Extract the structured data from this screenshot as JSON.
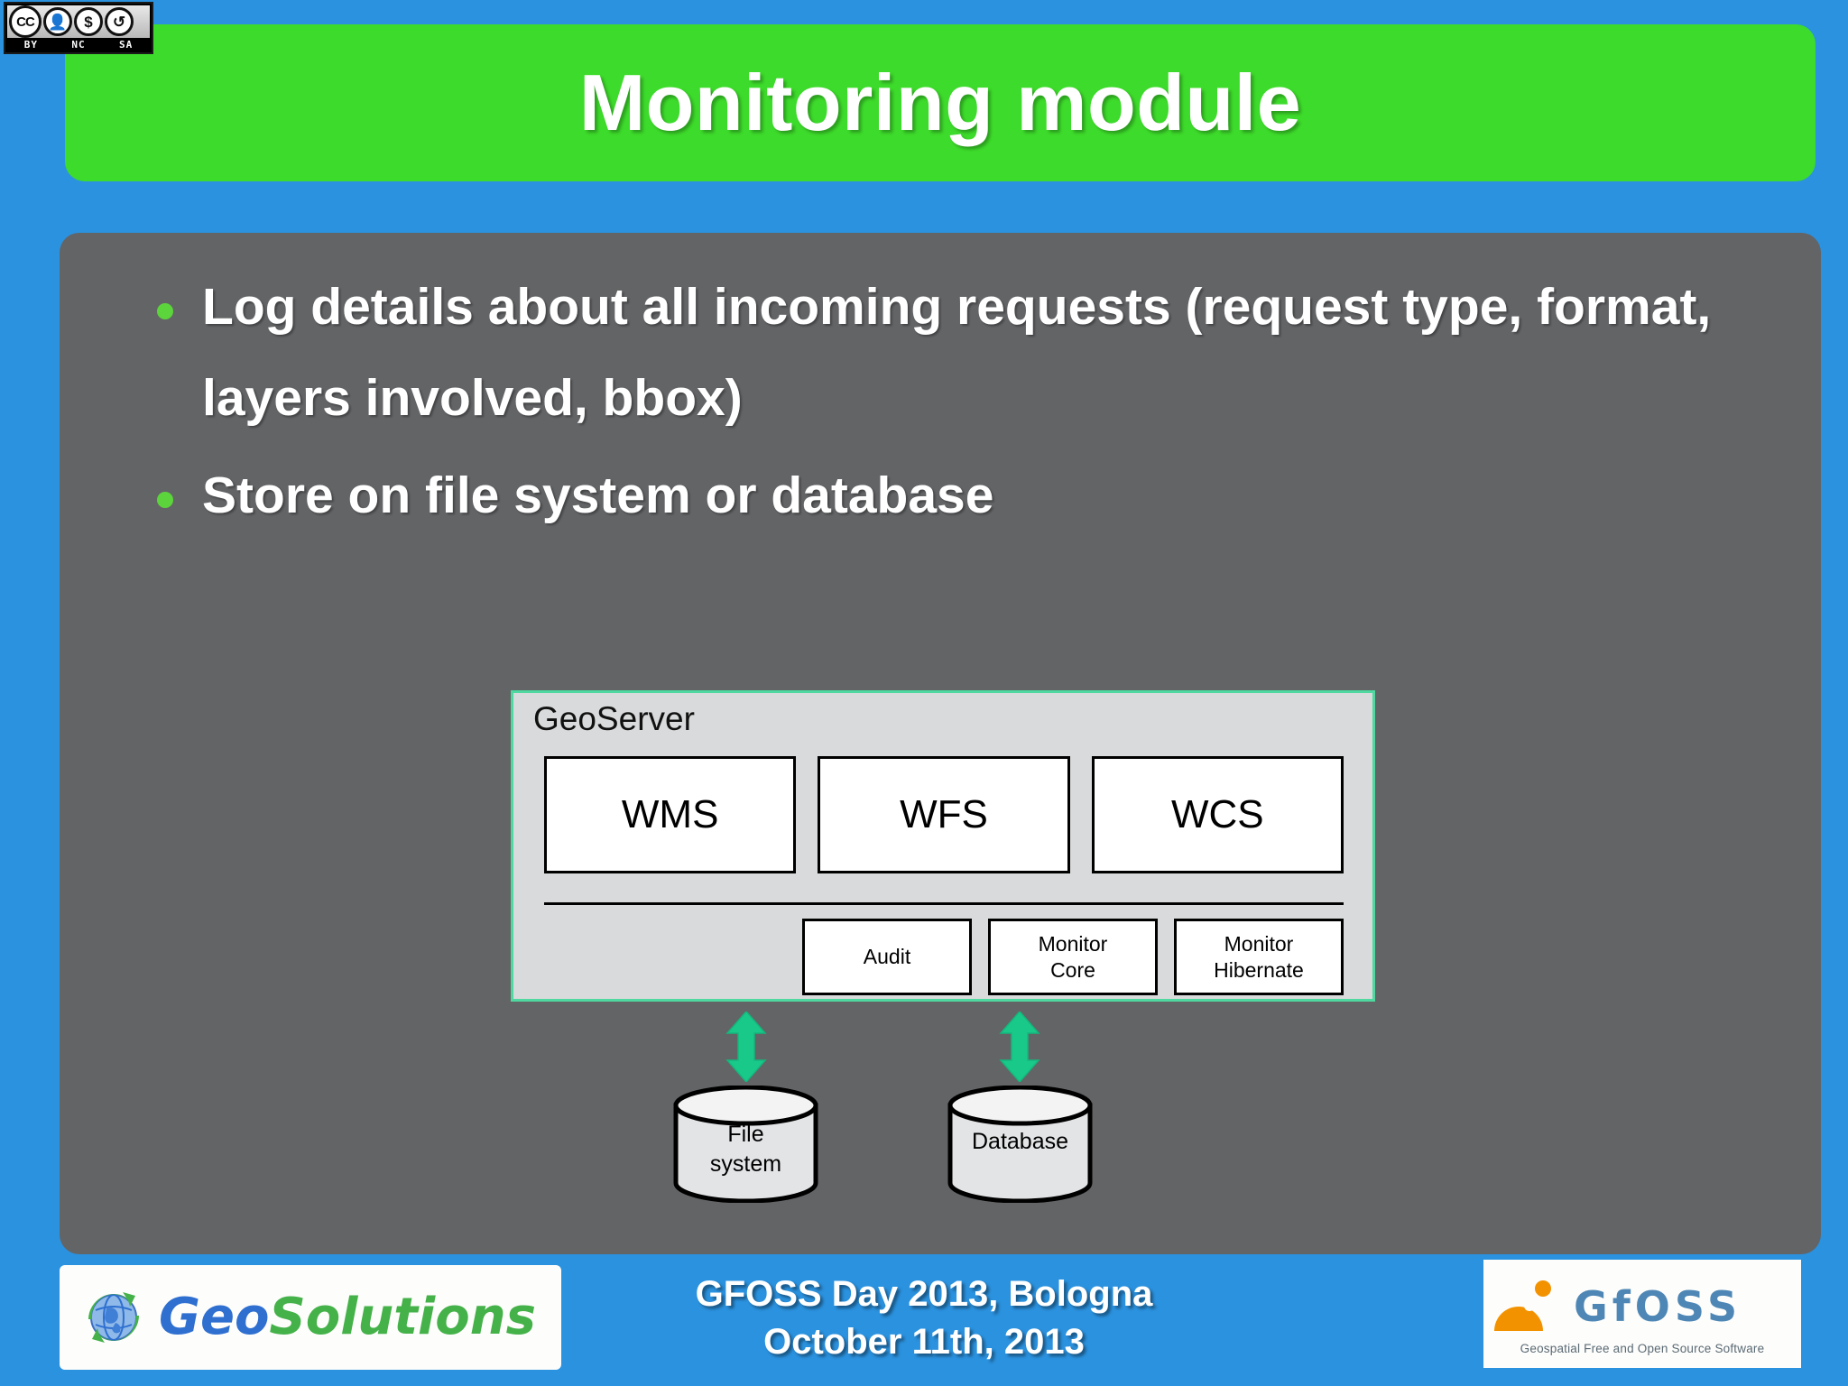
{
  "license_badge": {
    "name": "cc-by-nc-sa",
    "marks": [
      "CC",
      "BY-person",
      "NC-nocommercial",
      "SA-sharealike"
    ],
    "terms": [
      "BY",
      "NC",
      "SA"
    ],
    "cc_label": "CC"
  },
  "slide": {
    "title": "Monitoring module",
    "bullets": [
      "Log details about all incoming requests (request type, format, layers involved, bbox)",
      "Store on file system or database"
    ]
  },
  "diagram": {
    "container_label": "GeoServer",
    "services": [
      "WMS",
      "WFS",
      "WCS"
    ],
    "modules": [
      "Audit",
      "Monitor\nCore",
      "Monitor\nHibernate"
    ],
    "stores": [
      {
        "label": "File\nsystem",
        "arrow": "double-headed-vertical"
      },
      {
        "label": "Database",
        "arrow": "double-headed-vertical"
      }
    ]
  },
  "footer": {
    "geosolutions": {
      "geo": "Geo",
      "solutions": "Solutions"
    },
    "event_line1": "GFOSS Day  2013, Bologna",
    "event_line2": "October 11th, 2013",
    "gfoss": {
      "word": "GfOSS",
      "tagline": "Geospatial Free and Open Source Software"
    }
  },
  "colors": {
    "background_blue": "#2B92DF",
    "title_green": "#3DDB2B",
    "panel_gray": "#636466",
    "bullet_green": "#5CD43C",
    "diagram_fill": "#d9dadb",
    "diagram_border_mint": "#4FD9A0",
    "arrow_green": "#19C98A",
    "gfoss_orange": "#F39200",
    "gfoss_blue": "#4E87B5"
  }
}
